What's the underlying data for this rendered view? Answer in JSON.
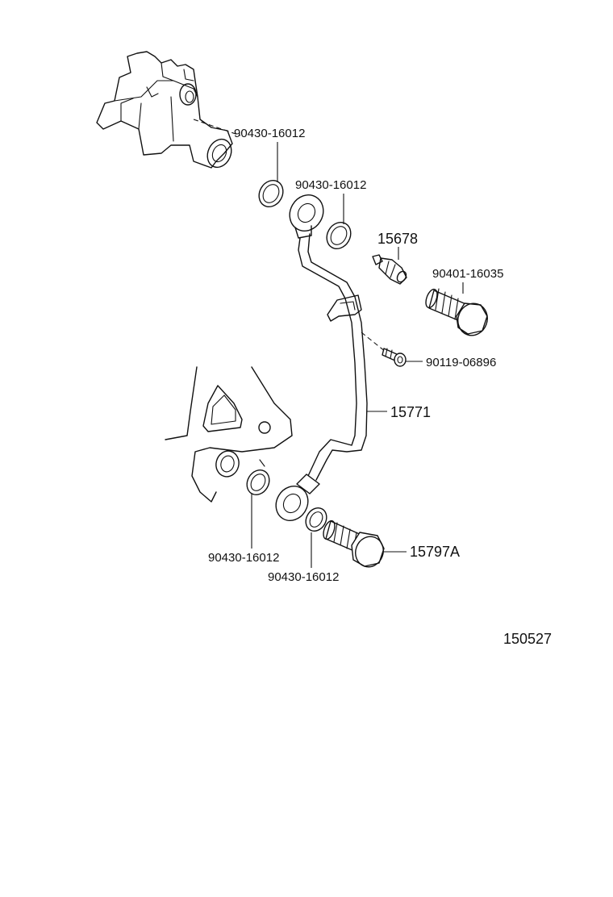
{
  "diagram": {
    "drawing_number": "150527",
    "parts": [
      {
        "number": "90430-16012"
      },
      {
        "number": "90430-16012"
      },
      {
        "number": "15678"
      },
      {
        "number": "90401-16035"
      },
      {
        "number": "90119-06896"
      },
      {
        "number": "15771"
      },
      {
        "number": "90430-16012"
      },
      {
        "number": "90430-16012"
      },
      {
        "number": "15797A"
      }
    ]
  }
}
